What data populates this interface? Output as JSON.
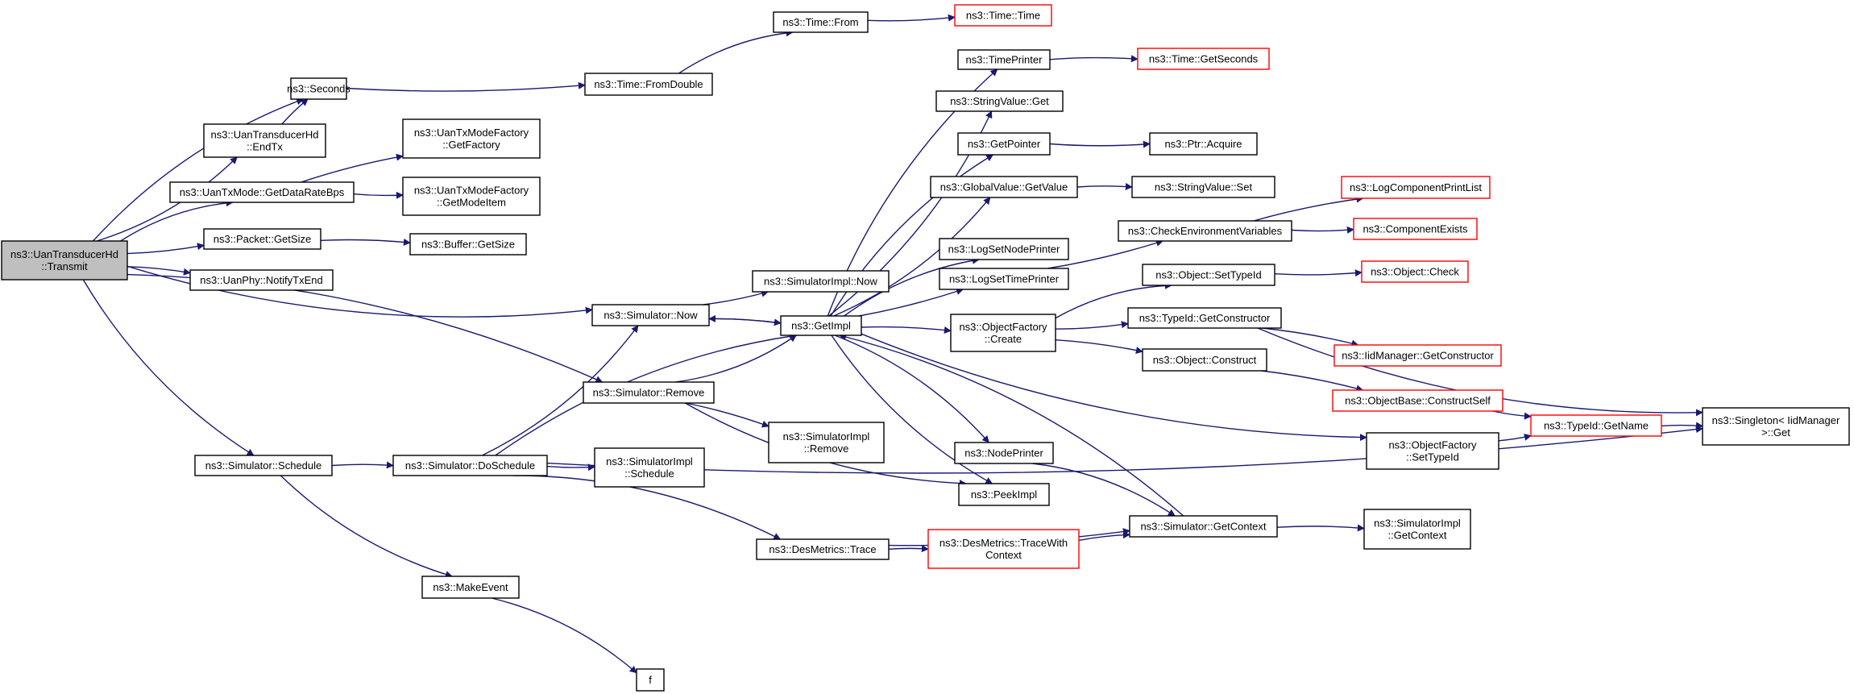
{
  "colors": {
    "edge": "#191970",
    "border": "#000000",
    "external_border": "#ff0000",
    "root_fill": "#bfbfbf",
    "fill": "#ffffff"
  },
  "nodes": [
    {
      "id": "transmit",
      "lines": [
        "ns3::UanTransducerHd",
        "::Transmit"
      ],
      "kind": "root"
    },
    {
      "id": "seconds",
      "lines": [
        "ns3::Seconds"
      ],
      "kind": "normal"
    },
    {
      "id": "endtx",
      "lines": [
        "ns3::UanTransducerHd",
        "::EndTx"
      ],
      "kind": "normal"
    },
    {
      "id": "getdatarate",
      "lines": [
        "ns3::UanTxMode::GetDataRateBps"
      ],
      "kind": "normal"
    },
    {
      "id": "packetgetsize",
      "lines": [
        "ns3::Packet::GetSize"
      ],
      "kind": "normal"
    },
    {
      "id": "notifytxend",
      "lines": [
        "ns3::UanPhy::NotifyTxEnd"
      ],
      "kind": "normal"
    },
    {
      "id": "schedule",
      "lines": [
        "ns3::Simulator::Schedule"
      ],
      "kind": "normal"
    },
    {
      "id": "fromdouble",
      "lines": [
        "ns3::Time::FromDouble"
      ],
      "kind": "normal"
    },
    {
      "id": "timefrom",
      "lines": [
        "ns3::Time::From"
      ],
      "kind": "normal"
    },
    {
      "id": "timetime",
      "lines": [
        "ns3::Time::Time"
      ],
      "kind": "external"
    },
    {
      "id": "getfactory",
      "lines": [
        "ns3::UanTxModeFactory",
        "::GetFactory"
      ],
      "kind": "normal"
    },
    {
      "id": "getmodeitem",
      "lines": [
        "ns3::UanTxModeFactory",
        "::GetModeItem"
      ],
      "kind": "normal"
    },
    {
      "id": "buffergetsize",
      "lines": [
        "ns3::Buffer::GetSize"
      ],
      "kind": "normal"
    },
    {
      "id": "simnow",
      "lines": [
        "ns3::Simulator::Now"
      ],
      "kind": "normal"
    },
    {
      "id": "simimplnow",
      "lines": [
        "ns3::SimulatorImpl::Now"
      ],
      "kind": "normal"
    },
    {
      "id": "getimpl",
      "lines": [
        "ns3::GetImpl"
      ],
      "kind": "normal"
    },
    {
      "id": "simremove",
      "lines": [
        "ns3::Simulator::Remove"
      ],
      "kind": "normal"
    },
    {
      "id": "simimplremove",
      "lines": [
        "ns3::SimulatorImpl",
        "::Remove"
      ],
      "kind": "normal"
    },
    {
      "id": "doschedule",
      "lines": [
        "ns3::Simulator::DoSchedule"
      ],
      "kind": "normal"
    },
    {
      "id": "simimplschedule",
      "lines": [
        "ns3::SimulatorImpl",
        "::Schedule"
      ],
      "kind": "normal"
    },
    {
      "id": "destrace",
      "lines": [
        "ns3::DesMetrics::Trace"
      ],
      "kind": "normal"
    },
    {
      "id": "tracewithcontext",
      "lines": [
        "ns3::DesMetrics::TraceWith",
        "Context"
      ],
      "kind": "external"
    },
    {
      "id": "makeevent",
      "lines": [
        "ns3::MakeEvent"
      ],
      "kind": "normal"
    },
    {
      "id": "f",
      "lines": [
        "f"
      ],
      "kind": "normal"
    },
    {
      "id": "timeprinter",
      "lines": [
        "ns3::TimePrinter"
      ],
      "kind": "normal"
    },
    {
      "id": "getseconds",
      "lines": [
        "ns3::Time::GetSeconds"
      ],
      "kind": "external"
    },
    {
      "id": "stringvalueget",
      "lines": [
        "ns3::StringValue::Get"
      ],
      "kind": "normal"
    },
    {
      "id": "getpointer",
      "lines": [
        "ns3::GetPointer"
      ],
      "kind": "normal"
    },
    {
      "id": "ptracquire",
      "lines": [
        "ns3::Ptr::Acquire"
      ],
      "kind": "normal"
    },
    {
      "id": "globalvalue",
      "lines": [
        "ns3::GlobalValue::GetValue"
      ],
      "kind": "normal"
    },
    {
      "id": "stringvalueset",
      "lines": [
        "ns3::StringValue::Set"
      ],
      "kind": "normal"
    },
    {
      "id": "logsetnode",
      "lines": [
        "ns3::LogSetNodePrinter"
      ],
      "kind": "normal"
    },
    {
      "id": "logsettime",
      "lines": [
        "ns3::LogSetTimePrinter"
      ],
      "kind": "normal"
    },
    {
      "id": "checkenv",
      "lines": [
        "ns3::CheckEnvironmentVariables"
      ],
      "kind": "normal"
    },
    {
      "id": "logprintlist",
      "lines": [
        "ns3::LogComponentPrintList"
      ],
      "kind": "external"
    },
    {
      "id": "compexists",
      "lines": [
        "ns3::ComponentExists"
      ],
      "kind": "external"
    },
    {
      "id": "objfactorycreate",
      "lines": [
        "ns3::ObjectFactory",
        "::Create"
      ],
      "kind": "normal"
    },
    {
      "id": "settypeid",
      "lines": [
        "ns3::Object::SetTypeId"
      ],
      "kind": "normal"
    },
    {
      "id": "objcheck",
      "lines": [
        "ns3::Object::Check"
      ],
      "kind": "external"
    },
    {
      "id": "getconstructor",
      "lines": [
        "ns3::TypeId::GetConstructor"
      ],
      "kind": "normal"
    },
    {
      "id": "iidgetconstructor",
      "lines": [
        "ns3::IidManager::GetConstructor"
      ],
      "kind": "external"
    },
    {
      "id": "objconstruct",
      "lines": [
        "ns3::Object::Construct"
      ],
      "kind": "normal"
    },
    {
      "id": "constructself",
      "lines": [
        "ns3::ObjectBase::ConstructSelf"
      ],
      "kind": "external"
    },
    {
      "id": "typeidgetname",
      "lines": [
        "ns3::TypeId::GetName"
      ],
      "kind": "external"
    },
    {
      "id": "singletonget",
      "lines": [
        "ns3::Singleton< IidManager",
        " >::Get"
      ],
      "kind": "normal"
    },
    {
      "id": "objfactorysettypeid",
      "lines": [
        "ns3::ObjectFactory",
        "::SetTypeId"
      ],
      "kind": "normal"
    },
    {
      "id": "nodeprinter",
      "lines": [
        "ns3::NodePrinter"
      ],
      "kind": "normal"
    },
    {
      "id": "peekimpl",
      "lines": [
        "ns3::PeekImpl"
      ],
      "kind": "normal"
    },
    {
      "id": "getcontext",
      "lines": [
        "ns3::Simulator::GetContext"
      ],
      "kind": "normal"
    },
    {
      "id": "simimplgetcontext",
      "lines": [
        "ns3::SimulatorImpl",
        "::GetContext"
      ],
      "kind": "normal"
    }
  ],
  "edges": [
    [
      "transmit",
      "seconds"
    ],
    [
      "transmit",
      "endtx"
    ],
    [
      "transmit",
      "getdatarate"
    ],
    [
      "transmit",
      "packetgetsize"
    ],
    [
      "transmit",
      "notifytxend"
    ],
    [
      "transmit",
      "simnow"
    ],
    [
      "transmit",
      "simremove"
    ],
    [
      "transmit",
      "schedule"
    ],
    [
      "endtx",
      "seconds"
    ],
    [
      "seconds",
      "fromdouble"
    ],
    [
      "fromdouble",
      "timefrom"
    ],
    [
      "timefrom",
      "timetime"
    ],
    [
      "getdatarate",
      "getfactory"
    ],
    [
      "getdatarate",
      "getmodeitem"
    ],
    [
      "packetgetsize",
      "buffergetsize"
    ],
    [
      "simnow",
      "simimplnow"
    ],
    [
      "simnow",
      "getimpl"
    ],
    [
      "simremove",
      "getimpl"
    ],
    [
      "simremove",
      "simimplremove"
    ],
    [
      "simremove",
      "peekimpl"
    ],
    [
      "schedule",
      "doschedule"
    ],
    [
      "schedule",
      "makeevent"
    ],
    [
      "makeevent",
      "f"
    ],
    [
      "doschedule",
      "simnow"
    ],
    [
      "doschedule",
      "getimpl"
    ],
    [
      "doschedule",
      "simimplschedule"
    ],
    [
      "doschedule",
      "destrace"
    ],
    [
      "doschedule",
      "singletonget"
    ],
    [
      "destrace",
      "tracewithcontext"
    ],
    [
      "destrace",
      "getcontext"
    ],
    [
      "tracewithcontext",
      "getcontext"
    ],
    [
      "getimpl",
      "simnow"
    ],
    [
      "getimpl",
      "timeprinter"
    ],
    [
      "getimpl",
      "stringvalueget"
    ],
    [
      "getimpl",
      "getpointer"
    ],
    [
      "getimpl",
      "globalvalue"
    ],
    [
      "getimpl",
      "logsetnode"
    ],
    [
      "getimpl",
      "logsettime"
    ],
    [
      "getimpl",
      "objfactorycreate"
    ],
    [
      "getimpl",
      "objfactorysettypeid"
    ],
    [
      "getimpl",
      "nodeprinter"
    ],
    [
      "getimpl",
      "peekimpl"
    ],
    [
      "timeprinter",
      "getseconds"
    ],
    [
      "getpointer",
      "ptracquire"
    ],
    [
      "globalvalue",
      "stringvalueset"
    ],
    [
      "logsettime",
      "checkenv"
    ],
    [
      "checkenv",
      "logprintlist"
    ],
    [
      "checkenv",
      "compexists"
    ],
    [
      "objfactorycreate",
      "settypeid"
    ],
    [
      "objfactorycreate",
      "getconstructor"
    ],
    [
      "objfactorycreate",
      "objconstruct"
    ],
    [
      "settypeid",
      "objcheck"
    ],
    [
      "getconstructor",
      "iidgetconstructor"
    ],
    [
      "getconstructor",
      "singletonget"
    ],
    [
      "objconstruct",
      "constructself"
    ],
    [
      "constructself",
      "typeidgetname"
    ],
    [
      "typeidgetname",
      "singletonget"
    ],
    [
      "objfactorysettypeid",
      "typeidgetname"
    ],
    [
      "nodeprinter",
      "getcontext"
    ],
    [
      "getcontext",
      "getimpl"
    ],
    [
      "getcontext",
      "simimplgetcontext"
    ]
  ]
}
